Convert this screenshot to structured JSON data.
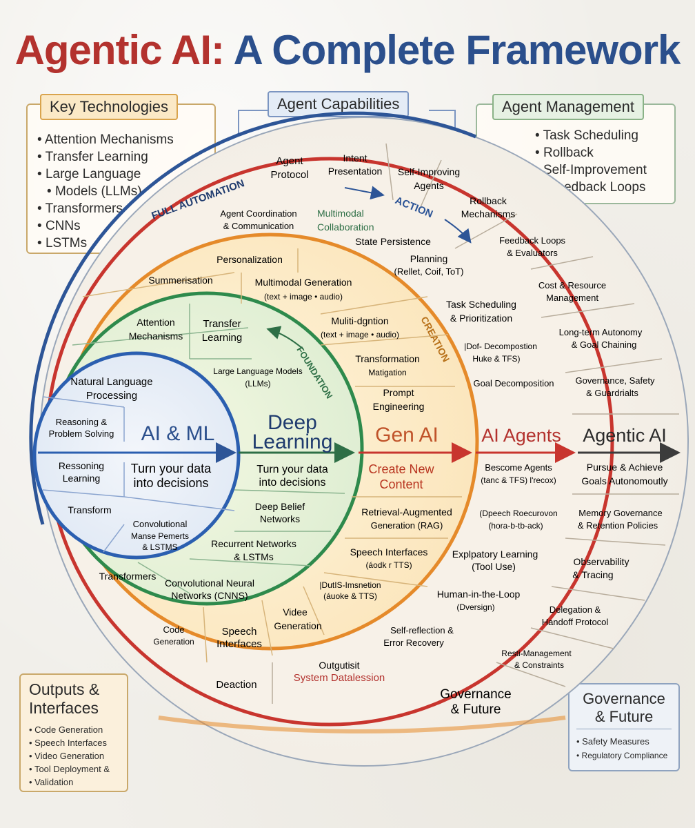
{
  "title": {
    "part1": "Agentic AI:",
    "part2": "A Complete Framework"
  },
  "key_technologies": {
    "heading": "Key Technologies",
    "items": [
      "Attention Mechanisms",
      "Transfer Learning",
      "Large Language",
      "Models (LLMs)",
      "Transformers",
      "CNNs",
      "LSTMs"
    ]
  },
  "agent_capabilities": {
    "heading": "Agent Capabilities"
  },
  "agent_management": {
    "heading": "Agent Management",
    "items": [
      "Task Scheduling",
      "Rollback",
      "Self-Improvement",
      "Feedback Loops"
    ]
  },
  "outputs_interfaces": {
    "heading_line1": "Outputs &",
    "heading_line2": "Interfaces",
    "items": [
      "Code Generation",
      "Speech Interfaces",
      "Video Generation",
      "Tool Deployment &",
      "Validation"
    ]
  },
  "governance_box": {
    "heading_line1": "Governance",
    "heading_line2": "& Future",
    "items": [
      "Safety Measures",
      "Regulatory Compliance"
    ]
  },
  "ring_labels": {
    "full_automation": "FULL AUTOMATION",
    "action": "ACTION",
    "creation": "CREATION",
    "foundation": "FOUNDATION"
  },
  "layers": {
    "aiml": {
      "title": "AI & ML",
      "subtitle_line1": "Turn your data",
      "subtitle_line2": "into decisions"
    },
    "deep_learning": {
      "title_line1": "Deep",
      "title_line2": "Learning",
      "subtitle_line1": "Turn your data",
      "subtitle_line2": "into decisions"
    },
    "gen_ai": {
      "title": "Gen AI",
      "subtitle_line1": "Create New",
      "subtitle_line2": "Content"
    },
    "ai_agents": {
      "title": "AI Agents",
      "subtitle_line1": "Bescome Agents",
      "subtitle_line2": "(tanc & TFS) l'recox)"
    },
    "agentic_ai": {
      "title": "Agentic AI",
      "subtitle_line1": "Pursue & Achieve",
      "subtitle_line2": "Goals Autonomoutly"
    }
  },
  "labels": {
    "nlp": [
      "Natural Language",
      "Processing"
    ],
    "reasoning": [
      "Reasoning &",
      "Problem Solving"
    ],
    "ressoning": [
      "Ressoning",
      "Learning"
    ],
    "transform": [
      "Transform"
    ],
    "conv_manse": [
      "Convolutional",
      "Manse Pemerts",
      "& LSTMS"
    ],
    "transformers_inner": [
      "Transformers"
    ],
    "attention": [
      "Attention",
      "Mechanisms"
    ],
    "transfer": [
      "Transfer",
      "Learning"
    ],
    "llm_models": [
      "Large Language Models",
      "(LLMs)"
    ],
    "deep_belief": [
      "Deep Belief",
      "Networks"
    ],
    "recurrent": [
      "Recurrent Networks",
      "& LSTMs"
    ],
    "cnn": [
      "Convolutional Neural",
      "Networks (CNNS)"
    ],
    "personalization": [
      "Personalization"
    ],
    "summerisation": [
      "Summerisation"
    ],
    "multimodal_gen": [
      "Multimodal Generation",
      "(text + image • audio)"
    ],
    "muliti": [
      "Muliti-dgntion",
      "(text + image • audio)"
    ],
    "transformation": [
      "Transformation",
      "Matigation"
    ],
    "prompt": [
      "Prompt",
      "Engineering"
    ],
    "rag": [
      "Retrieval-Augmented",
      "Generation (RAG)"
    ],
    "speech_gen": [
      "Speech Interfaces",
      "(áodk r TTS)"
    ],
    "dutis": [
      "|DutIS-Imsnetion",
      "(áuoke & TTS)"
    ],
    "video": [
      "Videe",
      "Generation"
    ],
    "speech_out": [
      "Speech",
      "Interfaces"
    ],
    "code_out": [
      "Code",
      "Generation"
    ],
    "deaction": [
      "Deaction"
    ],
    "outgutisit": [
      "Outgutisit",
      "System Datalession"
    ],
    "agent_protocol": [
      "Agent",
      "Protocol"
    ],
    "intent": [
      "Intent",
      "Presentation"
    ],
    "self_improving": [
      "Self-Improving",
      "Agents"
    ],
    "coordination": [
      "Agent Coordination",
      "& Communication"
    ],
    "multimodal_collab": [
      "Multimodal",
      "Collaboration"
    ],
    "state": [
      "State Persistence"
    ],
    "planning": [
      "Planning",
      "(Rellet, Coif, ToT)"
    ],
    "rollback": [
      "Rollback",
      "Mechanisms"
    ],
    "feedback": [
      "Feedback Loops",
      "& Evaluators"
    ],
    "task_sched": [
      "Task Scheduling",
      "& Prioritization"
    ],
    "dof": [
      "|Dof- Decompostion",
      "Huke & TFS)"
    ],
    "goal_decomp": [
      "Goal Decomposition"
    ],
    "opeech": [
      "(Dpeech Roecurovon",
      "(hora-b-tb-ack)"
    ],
    "exploratory": [
      "Explpatory Learning",
      "(Tool Use)"
    ],
    "hitl": [
      "Human-in-the-Loop",
      "(Dversign)"
    ],
    "self_reflection": [
      "Self-reflection &",
      "Error Recovery"
    ],
    "cost": [
      "Cost & Resource",
      "Management"
    ],
    "long_term": [
      "Long-term Autonomy",
      "& Goal Chaining"
    ],
    "governance_safety": [
      "Governance, Safety",
      "& Guardrialts"
    ],
    "memory": [
      "Memory Governance",
      "& Retention Policies"
    ],
    "observability": [
      "Observability",
      "& Tracing"
    ],
    "delegation": [
      "Delegation &",
      "Handoff Protocol"
    ],
    "resti": [
      "Resti-Management",
      "& Constraints"
    ],
    "gov_future_ring": [
      "Governance",
      "& Future"
    ]
  },
  "colors": {
    "red": "#c8352e",
    "blue": "#2d5597",
    "orange": "#e58a2a",
    "green": "#2e8a4c",
    "inner_blue": "#2b5fb0",
    "dark": "#3c3c3c",
    "gold": "#c9a86a"
  }
}
